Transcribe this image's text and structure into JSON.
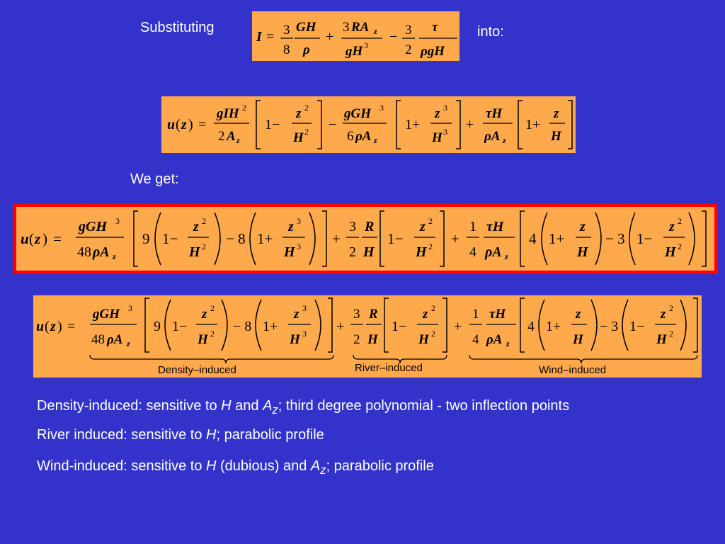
{
  "labels": {
    "substituting": "Substituting",
    "into": "into:",
    "we_get": "We get:"
  },
  "braces": {
    "density": "Density–induced",
    "river": "River–induced",
    "wind": "Wind–induced"
  },
  "notes": [
    {
      "pre": "Density-induced: sensitive to ",
      "v1": "H",
      "mid": " and ",
      "v2": "A",
      "sub": "z",
      "post": "; third degree polynomial - two inflection points"
    },
    {
      "pre": "River induced: sensitive to ",
      "v1": "H",
      "post": ";  parabolic profile"
    },
    {
      "pre": "Wind-induced: sensitive to ",
      "v1": "H",
      "mid": " (dubious) and ",
      "v2": "A",
      "sub": "z",
      "post": ";  parabolic profile"
    }
  ],
  "colors": {
    "background": "#3333cc",
    "equation_box": "#ffa94d",
    "highlight_frame": "#ff0000"
  }
}
